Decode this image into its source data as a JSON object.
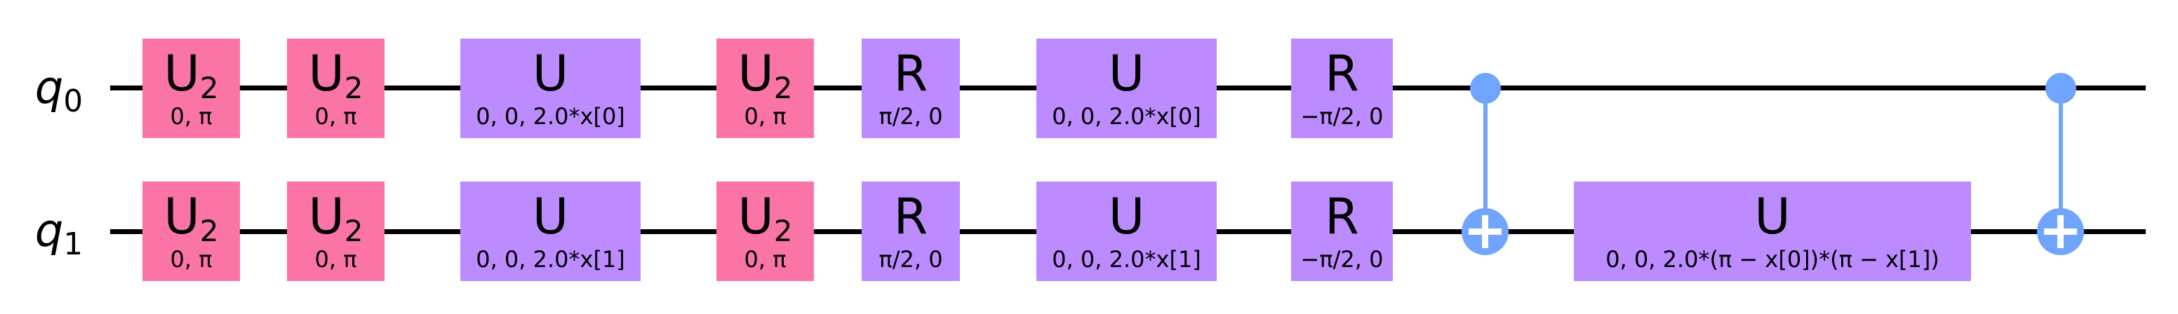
{
  "diagram_type": "quantum-circuit",
  "colors": {
    "u2_gate_pink": "#FA74A6",
    "u_r_gate_purple": "#BB8BFF",
    "cx_gate_blue": "#6FA4FF",
    "wire_black": "#000000",
    "background": "#FFFFFF"
  },
  "qubits": [
    {
      "label": "q",
      "sub": "0"
    },
    {
      "label": "q",
      "sub": "1"
    }
  ],
  "gates": [
    {
      "qubit": "q0",
      "name": "U",
      "sub": "2",
      "params": "0, π"
    },
    {
      "qubit": "q0",
      "name": "U",
      "sub": "2",
      "params": "0, π"
    },
    {
      "qubit": "q0",
      "name": "U",
      "params": "0, 0, 2.0*x[0]"
    },
    {
      "qubit": "q0",
      "name": "U",
      "sub": "2",
      "params": "0, π"
    },
    {
      "qubit": "q0",
      "name": "R",
      "params": "π/2, 0"
    },
    {
      "qubit": "q0",
      "name": "U",
      "params": "0, 0, 2.0*x[0]"
    },
    {
      "qubit": "q0",
      "name": "R",
      "params": "−π/2, 0"
    },
    {
      "qubit": "q1",
      "name": "U",
      "sub": "2",
      "params": "0, π"
    },
    {
      "qubit": "q1",
      "name": "U",
      "sub": "2",
      "params": "0, π"
    },
    {
      "qubit": "q1",
      "name": "U",
      "params": "0, 0, 2.0*x[1]"
    },
    {
      "qubit": "q1",
      "name": "U",
      "sub": "2",
      "params": "0, π"
    },
    {
      "qubit": "q1",
      "name": "R",
      "params": "π/2, 0"
    },
    {
      "qubit": "q1",
      "name": "U",
      "params": "0, 0, 2.0*x[1]"
    },
    {
      "qubit": "q1",
      "name": "R",
      "params": "−π/2, 0"
    },
    {
      "qubit": "q1",
      "name": "U",
      "params": "0, 0, 2.0*(π − x[0])*(π − x[1])"
    }
  ],
  "cx_gates": [
    {
      "control": "q0",
      "target": "q1"
    },
    {
      "control": "q0",
      "target": "q1"
    }
  ]
}
